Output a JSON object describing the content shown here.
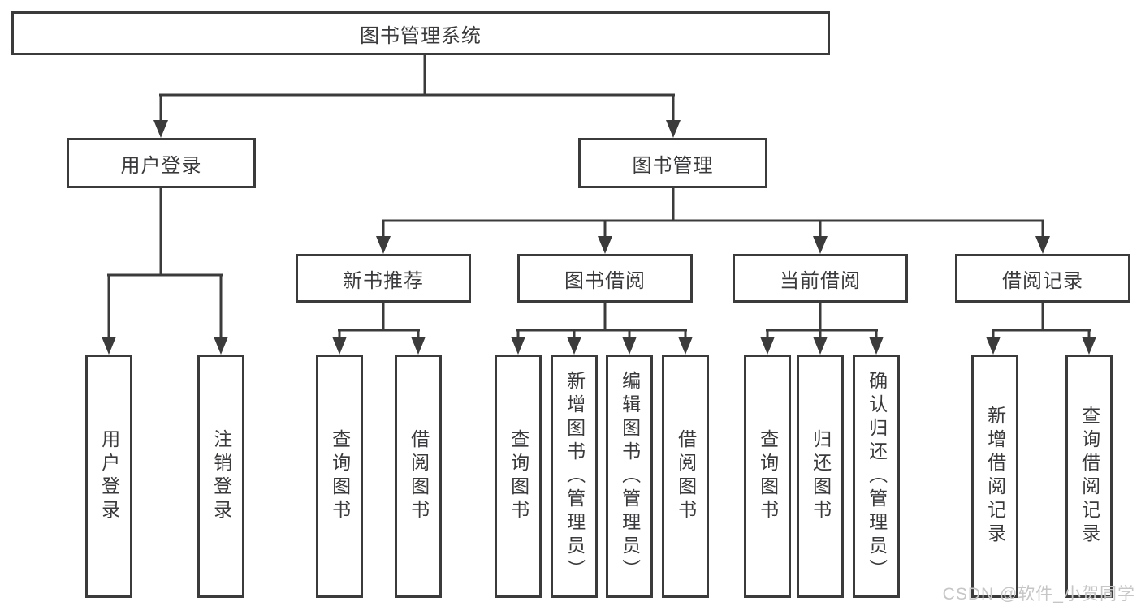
{
  "diagram": {
    "type": "tree",
    "title": "图书管理系统",
    "nodes": {
      "root": "图书管理系统",
      "user_login": "用户登录",
      "book_mgmt": "图书管理",
      "new_books": "新书推荐",
      "book_borrow": "图书借阅",
      "current_borrow": "当前借阅",
      "borrow_records": "借阅记录",
      "login": "用户登录",
      "logout": "注销登录",
      "nb_query": "查询图书",
      "nb_borrow": "借阅图书",
      "bb_query": "查询图书",
      "bb_add": "新增图书（管理员）",
      "bb_edit": "编辑图书（管理员）",
      "bb_borrow": "借阅图书",
      "cb_query": "查询图书",
      "cb_return": "归还图书",
      "cb_confirm": "确认归还（管理员）",
      "br_add": "新增借阅记录",
      "br_query": "查询借阅记录"
    },
    "edges": [
      {
        "from": "图书管理系统",
        "to": [
          "用户登录",
          "图书管理"
        ]
      },
      {
        "from": "用户登录",
        "to": [
          "用户登录",
          "注销登录"
        ]
      },
      {
        "from": "图书管理",
        "to": [
          "新书推荐",
          "图书借阅",
          "当前借阅",
          "借阅记录"
        ]
      },
      {
        "from": "新书推荐",
        "to": [
          "查询图书",
          "借阅图书"
        ]
      },
      {
        "from": "图书借阅",
        "to": [
          "查询图书",
          "新增图书（管理员）",
          "编辑图书（管理员）",
          "借阅图书"
        ]
      },
      {
        "from": "当前借阅",
        "to": [
          "查询图书",
          "归还图书",
          "确认归还（管理员）"
        ]
      },
      {
        "from": "借阅记录",
        "to": [
          "新增借阅记录",
          "查询借阅记录"
        ]
      }
    ],
    "colors": {
      "line": "#3b3b3b",
      "text": "#3a3a3c",
      "box_background": "#ffffff",
      "watermark": "#c6c6c6"
    },
    "watermark": "CSDN @软件_小贺同学"
  }
}
